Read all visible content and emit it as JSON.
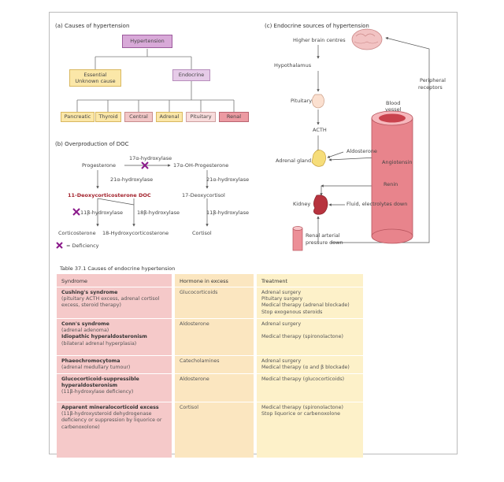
{
  "panel_a": {
    "title": "(a)  Causes of hypertension",
    "hypertension": "Hypertension",
    "essential_line1": "Essential",
    "essential_line2": "Unknown cause",
    "endocrine": "Endocrine",
    "pancreatic": "Pancreatic",
    "thyroid": "Thyroid",
    "central": "Central",
    "adrenal": "Adrenal",
    "pituitary": "Pituitary",
    "renal": "Renal"
  },
  "panel_b": {
    "title": "(b)  Overproduction of DOC",
    "progesterone": "Progesterone",
    "hydroxylase_17a": "17α-hydroxylase",
    "oh_progesterone": "17α-OH-Progesterone",
    "hydroxylase_21a_left": "21α-hydroxylase",
    "hydroxylase_21a_right": "21α-hydroxylase",
    "doc": "11-Deoxycorticosterone DOC",
    "deoxycortisol": "17-Deoxycortisol",
    "hydroxylase_11b_left": "11β-hydroxylase",
    "hydroxylase_18b": "18β-hydroxylase",
    "hydroxylase_11b_right": "11β-hydroxylase",
    "corticosterone": "Corticosterone",
    "hydroxycorticosterone": "18-Hydroxycorticosterone",
    "cortisol": "Cortisol",
    "legend": "= Deficiency"
  },
  "panel_c": {
    "title": "(c)  Endocrine sources of hypertension",
    "higher_brain": "Higher brain centres",
    "hypothalamus": "Hypothalamus",
    "pituitary": "Pituitary",
    "acth": "ACTH",
    "adrenal_gland": "Adrenal gland",
    "aldosterone": "Aldosterone",
    "angiotensin": "Angiotensin",
    "renin": "Renin",
    "kidney": "Kidney",
    "fluid": "Fluid, electrolytes down",
    "blood_vessel_line1": "Blood",
    "blood_vessel_line2": "vessel",
    "peripheral_line1": "Peripheral",
    "peripheral_line2": "receptors",
    "renal_arterial_line1": "Renal arterial",
    "renal_arterial_line2": "pressure down"
  },
  "table": {
    "caption": "Table 37.1  Causes of endocrine hypertension",
    "headers": [
      "Syndrome",
      "Hormone in excess",
      "Treatment"
    ],
    "rows": [
      {
        "syndrome_title": "Cushing's syndrome",
        "syndrome_detail": "(pituitary ACTH excess, adrenal cortisol excess, steroid therapy)",
        "hormone": "Glucocorticoids",
        "treatment": [
          "Adrenal surgery",
          "Pituitary surgery",
          "Medical therapy (adrenal blockade)",
          "Stop exogenous steroids"
        ]
      },
      {
        "syndrome_title": "Conn's syndrome",
        "syndrome_detail": "(adrenal adenoma)",
        "syndrome_title2": "Idiopathic hyperaldosteronism",
        "syndrome_detail2": "(bilateral adrenal hyperplasia)",
        "hormone": "Aldosterone",
        "treatment": [
          "Adrenal surgery",
          "Medical therapy (spironolactone)"
        ]
      },
      {
        "syndrome_title": "Phaeochromocytoma",
        "syndrome_detail": "(adrenal medullary tumour)",
        "hormone": "Catecholamines",
        "treatment": [
          "Adrenal surgery",
          "Medical therapy (α and β blockade)"
        ]
      },
      {
        "syndrome_title": "Glucocorticoid-suppressible hyperaldosteronism",
        "syndrome_detail": "(11β-hydroxylase deficiency)",
        "hormone": "Aldosterone",
        "treatment": [
          "Medical therapy (glucocorticoids)"
        ]
      },
      {
        "syndrome_title": "Apparent mineralocorticoid excess",
        "syndrome_detail": "(11β-hydroxysteroid dehydrogenase deficiency or suppression by liquorice or carbenoxolone)",
        "hormone": "Cortisol",
        "treatment": [
          "Medical therapy (spironolactone)",
          "Stop liquorice or carbenoxolone"
        ]
      }
    ]
  },
  "colors": {
    "deficiency_mark": "#8b1a8b",
    "vessel": "#e8848c",
    "syndrome_col": "#f5c9c9",
    "hormone_col": "#fbe6c0",
    "treatment_col": "#fdf1c9"
  }
}
